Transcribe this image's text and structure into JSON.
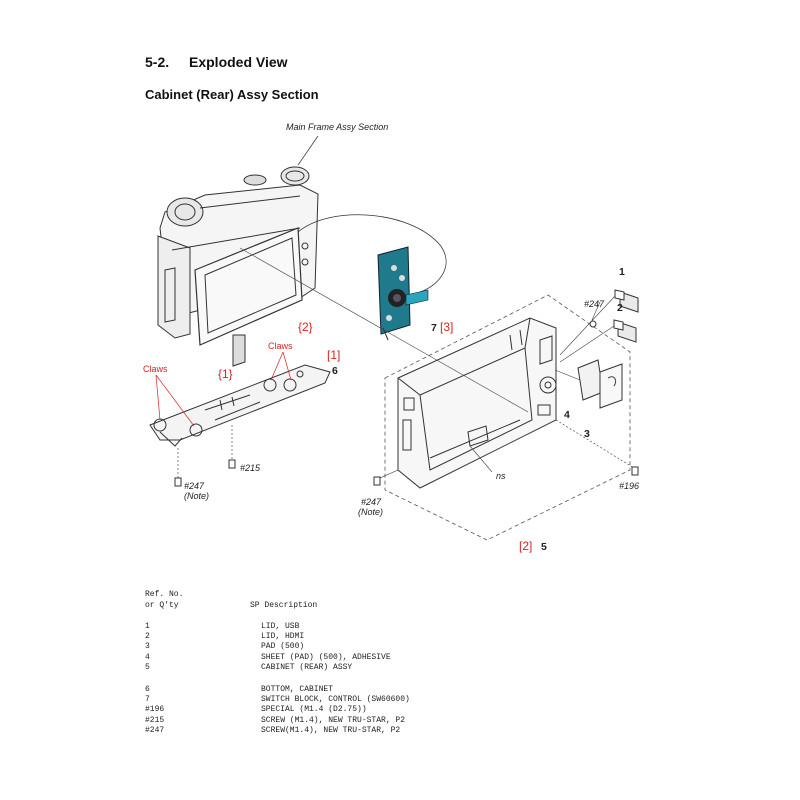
{
  "heading": {
    "number": "5-2.",
    "title": "Exploded View"
  },
  "subheading": "Cabinet (Rear) Assy Section",
  "diagram": {
    "main_frame_label": "Main Frame Assy Section",
    "labels": {
      "claws_left": "Claws",
      "claws_right": "Claws",
      "bracket1": "[1]",
      "bracket2": "[2]",
      "bracket3": "[3]",
      "brace1": "{1}",
      "brace2": "{2}",
      "ref1": "1",
      "ref2": "2",
      "ref3": "3",
      "ref4": "4",
      "ref5": "5",
      "ref6": "6",
      "ref7": "7",
      "ns": "ns",
      "s247_a": "#247",
      "s247_b": "#247",
      "s247_c": "#247",
      "s215": "#215",
      "s196": "#196",
      "note_a": "(Note)",
      "note_b": "(Note)"
    }
  },
  "parts_table": {
    "header_ref": "Ref. No.",
    "header_qty": "or Q'ty",
    "header_desc": "SP Description",
    "group1": [
      {
        "ref": "1",
        "desc": "LID, USB"
      },
      {
        "ref": "2",
        "desc": "LID, HDMI"
      },
      {
        "ref": "3",
        "desc": "PAD (500)"
      },
      {
        "ref": "4",
        "desc": "SHEET (PAD) (500), ADHESIVE"
      },
      {
        "ref": "5",
        "desc": "CABINET (REAR) ASSY"
      }
    ],
    "group2": [
      {
        "ref": "6",
        "desc": "BOTTOM, CABINET"
      },
      {
        "ref": "7",
        "desc": "SWITCH BLOCK, CONTROL (SW60600)"
      },
      {
        "ref": "#196",
        "desc": "SPECIAL (M1.4 (D2.75))"
      },
      {
        "ref": "#215",
        "desc": "SCREW (M1.4), NEW TRU-STAR, P2"
      },
      {
        "ref": "#247",
        "desc": "SCREW(M1.4), NEW TRU-STAR, P2"
      }
    ]
  }
}
